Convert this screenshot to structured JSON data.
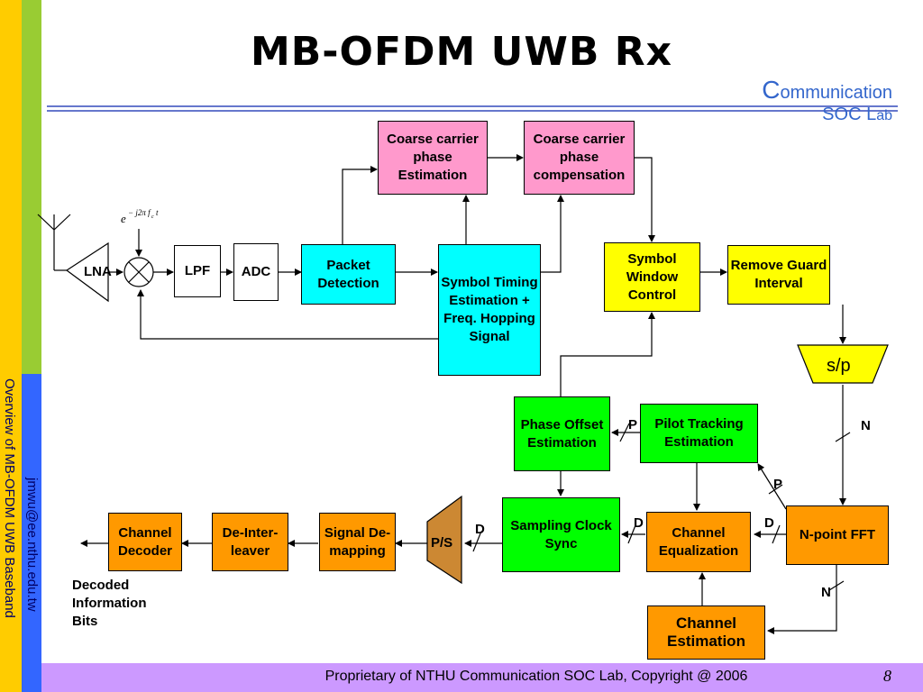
{
  "title": "MB-OFDM UWB Rx",
  "lab_logo": {
    "c": "C",
    "line1": "ommunication",
    "line2": "SOC L",
    "line2_end": "ab"
  },
  "sidebar": {
    "title": "Overview of MB-OFDM UWB Baseband",
    "email": "jmwu@ee.nthu.edu.tw"
  },
  "footer": {
    "text": "Proprietary of NTHU Communication SOC Lab, Copyright @ 2006",
    "page": "8"
  },
  "colors": {
    "pink": "#ff99cc",
    "cyan": "#00ffff",
    "yellow": "#ffff00",
    "green": "#00ff00",
    "orange": "#ff9900",
    "logo": "#3366cc"
  },
  "blocks": {
    "lna": "LNA",
    "lpf": "LPF",
    "adc": "ADC",
    "packet_detection": "Packet Detection",
    "coarse_phase_est": "Coarse carrier phase Estimation",
    "coarse_phase_comp": "Coarse carrier phase compensation",
    "symbol_timing": "Symbol Timing Estimation + Freq. Hopping Signal",
    "symbol_window": "Symbol Window Control",
    "remove_guard": "Remove Guard Interval",
    "sp": "s/p",
    "phase_offset": "Phase Offset Estimation",
    "pilot_tracking": "Pilot Tracking Estimation",
    "sampling_clock": "Sampling Clock Sync",
    "channel_equalization": "Channel Equalization",
    "fft": "N-point FFT",
    "channel_estimation": "Channel Estimation",
    "ps": "P/S",
    "signal_demapping": "Signal De-mapping",
    "deinterleaver": "De-Inter-leaver",
    "channel_decoder": "Channel Decoder"
  },
  "labels": {
    "p1": "P",
    "p2": "P",
    "n1": "N",
    "n2": "N",
    "d1": "D",
    "d2": "D",
    "d3": "D",
    "decoded": "Decoded Information Bits"
  }
}
